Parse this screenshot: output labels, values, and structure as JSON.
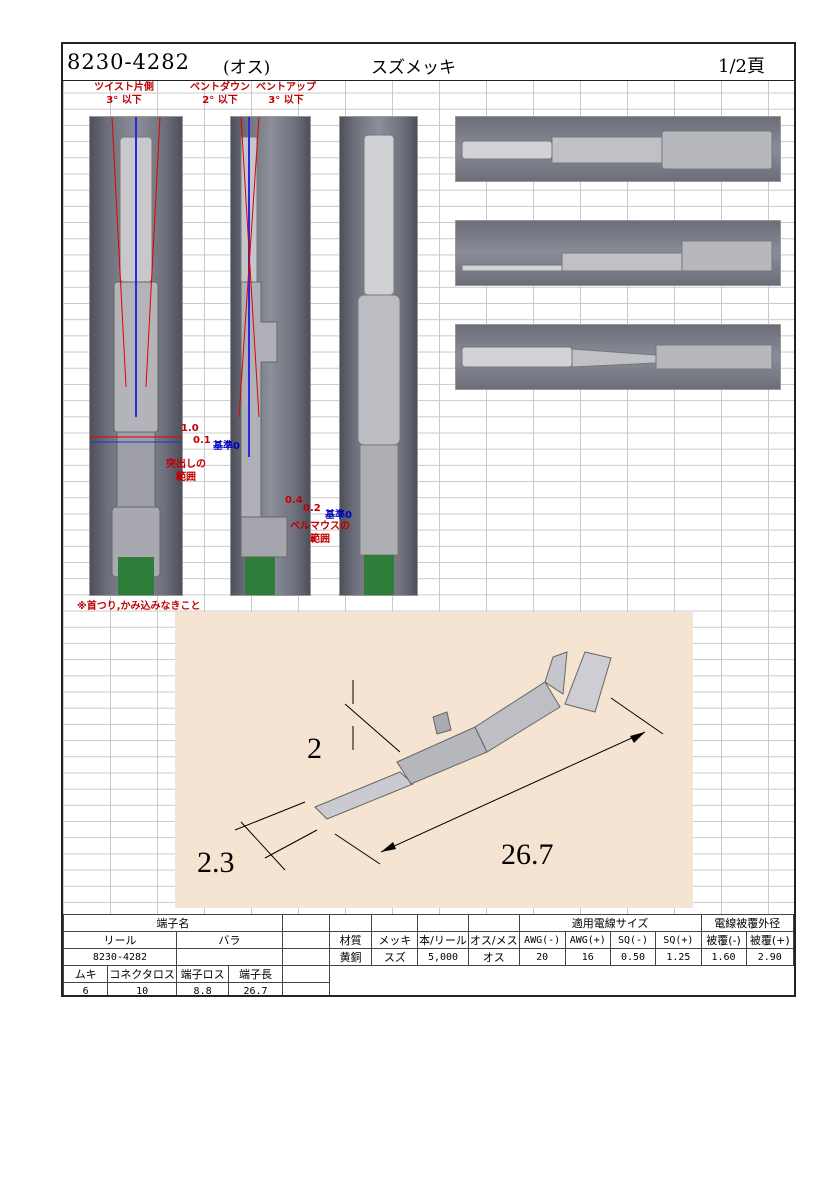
{
  "header": {
    "part_number": "8230-4282",
    "gender": "(オス)",
    "plating": "スズメッキ",
    "page": "1/2頁"
  },
  "annotations": {
    "twist_title": "ツイスト片側",
    "twist_limit": "3° 以下",
    "bend_down_title": "ベントダウン",
    "bend_down_limit": "2° 以下",
    "bend_up_title": "ベントアップ",
    "bend_up_limit": "3° 以下",
    "protrusion_upper": "1.0",
    "protrusion_lower": "0.1",
    "datum_1": "基準0",
    "protrusion_range": "突出しの\n範囲",
    "bellmouth_upper": "0.4",
    "bellmouth_lower": "0.2",
    "datum_2": "基準0",
    "bellmouth_range": "ベルマウスの\n範囲",
    "note": "※首つり,かみ込みなきこと"
  },
  "dimensions": {
    "height": "2",
    "width": "2.3",
    "length": "26.7"
  },
  "colors": {
    "annotation_red": "#c00000",
    "annotation_blue": "#0000c0",
    "diagram_background": "#f6e4d2",
    "wire_green": "#2f7d3a"
  },
  "spec_table": {
    "terminal_name_label": "端子名",
    "reel_label": "リール",
    "loose_label": "バラ",
    "reel_value": "8230-4282",
    "loose_value": "",
    "material_label": "材質",
    "plating_label": "メッキ",
    "per_reel_label": "本/リール",
    "gender_label": "オス/メス",
    "wire_size_label": "適用電線サイズ",
    "insulation_label": "電線被覆外径",
    "awg_min_label": "AWG(-)",
    "awg_max_label": "AWG(+)",
    "sq_min_label": "SQ(-)",
    "sq_max_label": "SQ(+)",
    "ins_min_label": "被覆(-)",
    "ins_max_label": "被覆(+)",
    "material": "黄銅",
    "plating": "スズ",
    "per_reel": "5,000",
    "gender": "オス",
    "awg_min": "20",
    "awg_max": "16",
    "sq_min": "0.50",
    "sq_max": "1.25",
    "ins_min": "1.60",
    "ins_max": "2.90",
    "strip_label": "ムキ",
    "connector_loss_label": "コネクタロス",
    "terminal_loss_label": "端子ロス",
    "terminal_length_label": "端子長",
    "strip": "6",
    "connector_loss": "10",
    "terminal_loss": "8.8",
    "terminal_length": "26.7"
  }
}
